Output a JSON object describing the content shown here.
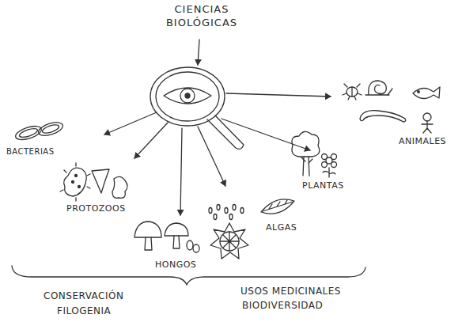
{
  "diagram": {
    "title": "CIENCIAS BIOLÓGICAS",
    "labels": [
      "BACTERIAS",
      "PROTOZOOS",
      "HONGOS",
      "ALGAS",
      "PLANTAS",
      "ANIMALES",
      "CONSERVACIÓN",
      "FILOGENIA",
      "USOS MEDICINALES",
      "BIODIVERSIDAD"
    ]
  }
}
